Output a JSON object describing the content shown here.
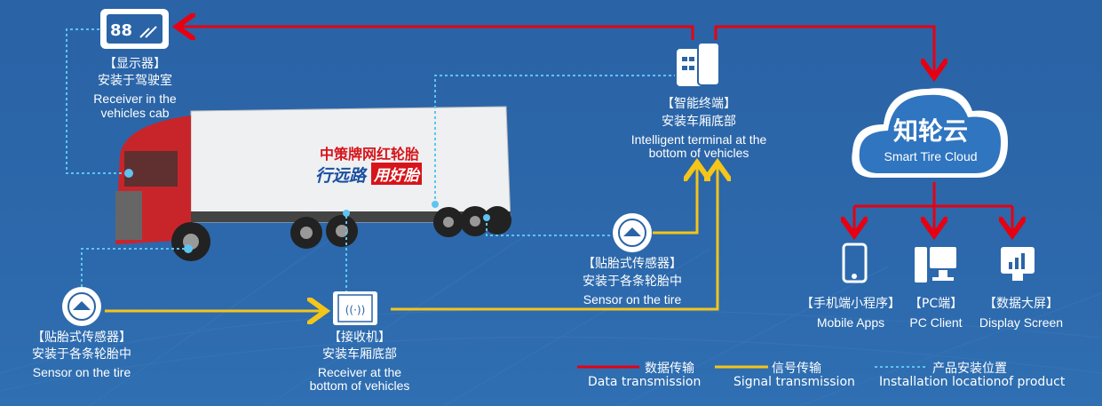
{
  "colors": {
    "data": "#e60012",
    "signal": "#f5c518",
    "install": "#5fc3f0",
    "background": "#2a64a6"
  },
  "display": {
    "icon": "display-88-icon",
    "title": "【显示器】",
    "cn": "安装于驾驶室",
    "en1": "Receiver in the",
    "en2": "vehicles cab"
  },
  "terminal": {
    "icon": "terminal-icon",
    "title": "【智能终端】",
    "cn": "安装车厢底部",
    "en1": "Intelligent terminal at the",
    "en2": "bottom of vehicles"
  },
  "cloud": {
    "title": "知轮云",
    "en": "Smart Tire Cloud"
  },
  "clients": [
    {
      "icon": "phone-icon",
      "cn": "【手机端小程序】",
      "en": "Mobile Apps"
    },
    {
      "icon": "pc-icon",
      "cn": "【PC端】",
      "en": "PC Client"
    },
    {
      "icon": "display-screen-icon",
      "cn": "【数据大屏】",
      "en": "Display Screen"
    }
  ],
  "sensor_left": {
    "icon": "tire-sensor-icon",
    "title": "【贴胎式传感器】",
    "cn": "安装于各条轮胎中",
    "en": "Sensor on the tire"
  },
  "sensor_right": {
    "icon": "tire-sensor-icon",
    "title": "【贴胎式传感器】",
    "cn": "安装于各条轮胎中",
    "en": "Sensor on the tire"
  },
  "receiver": {
    "icon": "receiver-icon",
    "title": "【接收机】",
    "cn": "安装车厢底部",
    "en1": "Receiver at the",
    "en2": "bottom of vehicles"
  },
  "truck": {
    "line1": "中策牌网红轮胎",
    "line2a": "行远路",
    "line2b": "用好胎"
  },
  "legend": [
    {
      "cn": "数据传输",
      "en": "Data transmission"
    },
    {
      "cn": "信号传输",
      "en": "Signal transmission"
    },
    {
      "cn": "产品安装位置",
      "en": "Installation locationof product"
    }
  ]
}
